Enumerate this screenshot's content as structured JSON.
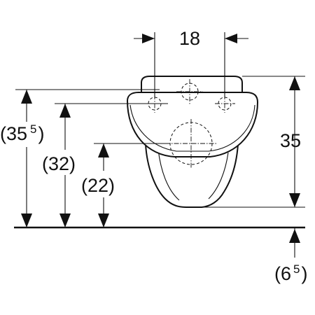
{
  "dimensions": {
    "top_width": "18",
    "right_height": "35",
    "left_outer_main": "(35",
    "left_outer_sup": "5",
    "left_outer_close": ")",
    "left_middle": "(32)",
    "left_inner": "(22)",
    "floor_offset_main": "(6",
    "floor_offset_sup": "5",
    "floor_offset_close": ")"
  }
}
